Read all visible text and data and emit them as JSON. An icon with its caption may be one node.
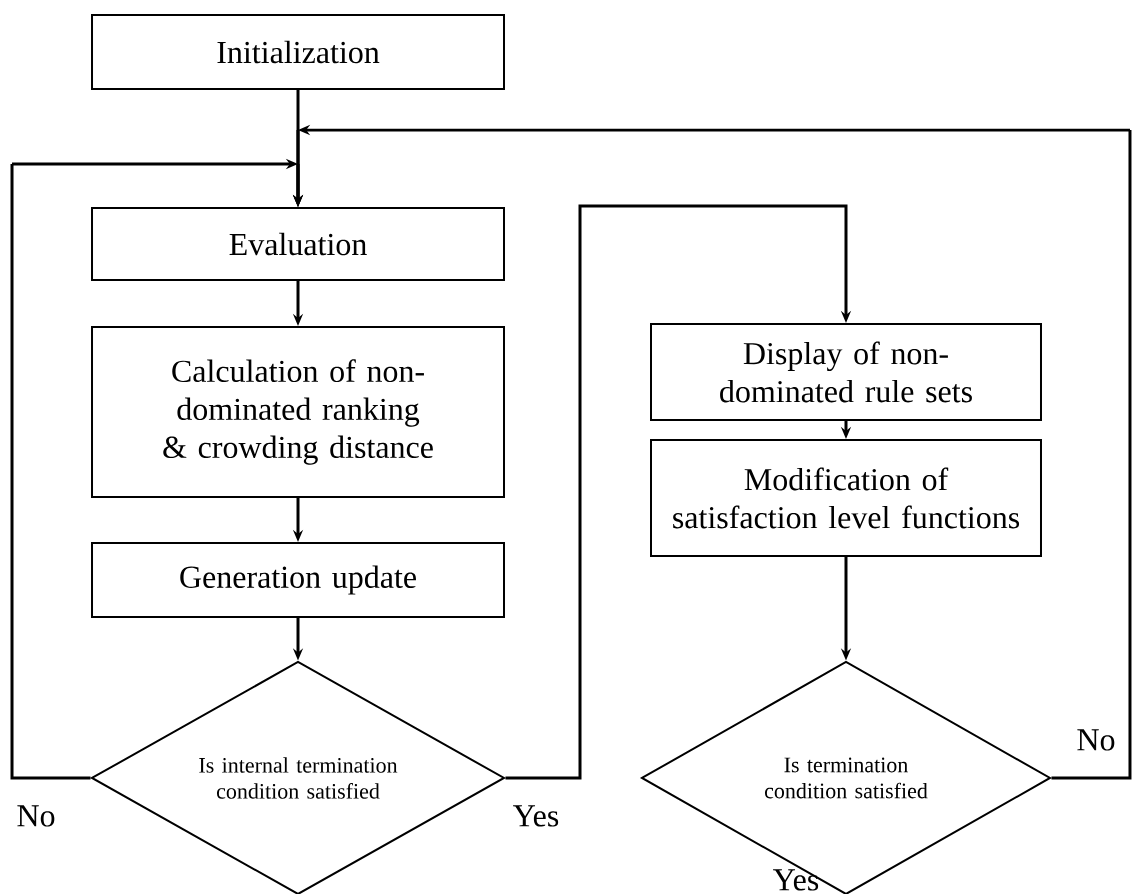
{
  "diagram": {
    "nodes": [
      {
        "text": [
          "Initialization"
        ]
      },
      {
        "text": [
          "Evaluation"
        ]
      },
      {
        "text": [
          "Calculation of non-dominated ranking & crowding distance"
        ]
      },
      {
        "text": [
          "Generation update"
        ]
      },
      {
        "text": [
          "Is internal termination condition satisfied"
        ]
      },
      {
        "text": [
          "Display of non-dominated rule sets"
        ]
      },
      {
        "text": [
          "Modification of satisfaction level functions"
        ]
      },
      {
        "text": [
          "Is termination condition satisfied"
        ]
      }
    ],
    "edges": [
      {
        "from": 0,
        "to": 1,
        "arrow": "to"
      },
      {
        "from": 1,
        "to": 2,
        "arrow": "to"
      },
      {
        "from": 2,
        "to": 3,
        "arrow": "to"
      },
      {
        "from": 3,
        "to": 4,
        "arrow": "to"
      },
      {
        "from": 4,
        "to": 1,
        "arrow": "to",
        "label": "No"
      },
      {
        "from": 4,
        "to": 5,
        "arrow": "to",
        "label": "Yes"
      },
      {
        "from": 5,
        "to": 6,
        "arrow": "to"
      },
      {
        "from": 6,
        "to": 7,
        "arrow": "to"
      },
      {
        "from": 7,
        "to": 1,
        "arrow": "to",
        "label": "No"
      }
    ],
    "labels": [
      "Yes"
    ]
  }
}
